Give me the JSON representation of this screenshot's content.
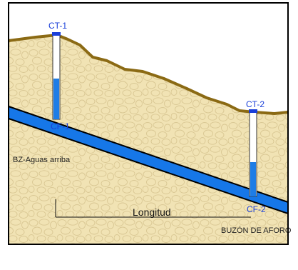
{
  "colors": {
    "soil": "#f1e3b4",
    "pebble_stroke": "#d9c793",
    "ground_line": "#8b6a14",
    "pipe": "#1677e8",
    "pipe_edge": "#000000",
    "water": "#1e7de6",
    "label_blue": "#1a3fd9",
    "frame": "#000000"
  },
  "labels": {
    "ct1": "CT-1",
    "ct2": "CT-2",
    "cf1": "CF-1",
    "cf2": "CF-2",
    "upstream": "BZ-Aguas arriba",
    "length": "Longitud",
    "gauging_box": "BUZÓN DE AFORO"
  }
}
